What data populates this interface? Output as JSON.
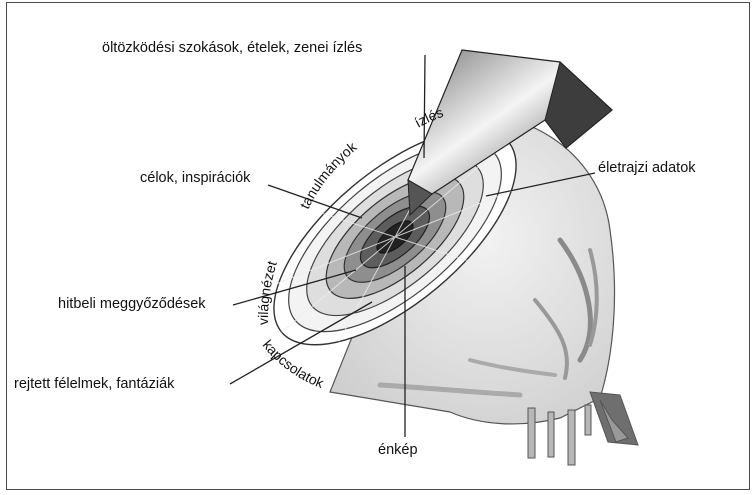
{
  "labels": {
    "top": "öltözködési szokások, ételek, zenei ízlés",
    "goals": "célok, inspirációk",
    "bio": "életrajzi adatok",
    "beliefs": "hitbeli meggyőződések",
    "fears": "rejtett félelmek, fantáziák",
    "selfimage": "énkép"
  },
  "ring_labels": {
    "taste": "ízlés",
    "studies": "tanulmányok",
    "worldview": "világnézet",
    "relations": "kapcsolatok"
  }
}
